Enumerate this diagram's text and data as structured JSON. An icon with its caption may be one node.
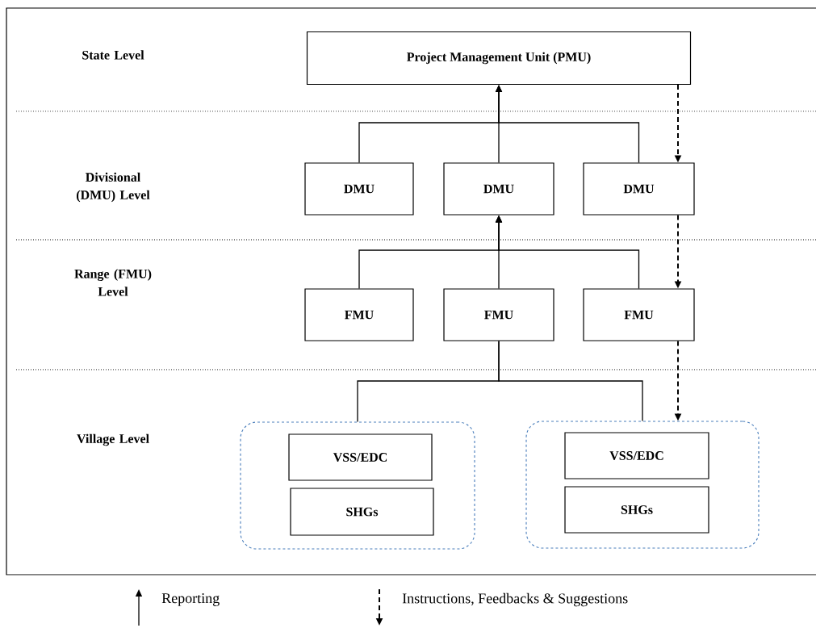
{
  "diagram": {
    "nodes": [
      {
        "text": [
          "Project Management Unit (PMU)"
        ]
      },
      {
        "text": [
          "DMU"
        ]
      },
      {
        "text": [
          "DMU"
        ]
      },
      {
        "text": [
          "DMU"
        ]
      },
      {
        "text": [
          "FMU"
        ]
      },
      {
        "text": [
          "FMU"
        ]
      },
      {
        "text": [
          "FMU"
        ]
      },
      {
        "text": [],
        "shape": "box"
      },
      {
        "text": [
          "VSS/EDC"
        ],
        "in": 7
      },
      {
        "text": [
          "SHGs"
        ],
        "in": 7
      },
      {
        "text": [],
        "shape": "box"
      },
      {
        "text": [
          "VSS/EDC"
        ],
        "in": 10
      },
      {
        "text": [
          "SHGs"
        ],
        "in": 10
      }
    ],
    "edges": [
      {
        "from": 1,
        "to": 0,
        "arrow": "to"
      },
      {
        "from": 2,
        "to": 0,
        "arrow": "to"
      },
      {
        "from": 3,
        "to": 0,
        "arrow": "to"
      },
      {
        "from": 4,
        "to": 2,
        "arrow": "to"
      },
      {
        "from": 5,
        "to": 2,
        "arrow": "to"
      },
      {
        "from": 6,
        "to": 2,
        "arrow": "to"
      },
      {
        "from": 5,
        "to": 7,
        "arrow": "none"
      },
      {
        "from": 5,
        "to": 10,
        "arrow": "none"
      },
      {
        "from": 0,
        "to": 3,
        "arrow": "to",
        "style": "dashed"
      },
      {
        "from": 3,
        "to": 6,
        "arrow": "to",
        "style": "dashed"
      },
      {
        "from": 6,
        "to": 10,
        "arrow": "to",
        "style": "dashed"
      }
    ],
    "labels": [
      "State Level",
      "Divisional (DMU) Level",
      "Range (FMU) Level",
      "Village Level"
    ],
    "legend": [
      {
        "text": "Reporting"
      },
      {
        "text": "Instructions, Feedbacks & Suggestions"
      }
    ]
  }
}
